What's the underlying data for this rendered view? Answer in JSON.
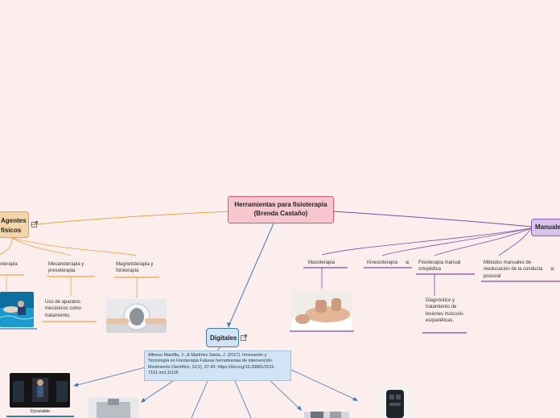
{
  "central": {
    "line1": "Herramientas para fisioterapia",
    "line2": "(Brenda Castaño)"
  },
  "branches": {
    "agentes": {
      "line1": "Agentes",
      "line2": "físicos",
      "children": {
        "hidroterapia": "oterapia",
        "mecanoterapia": "Mecanoterapia y presoterapia",
        "mecanoterapia_note": "Uso de aparatos mecánicos como tratamiento.",
        "magnetoterapia": "Magnetoterapia y fototerapia"
      }
    },
    "manuales": {
      "label": "Manuales",
      "children": {
        "masoterapia": "Masoterapia",
        "kinesioterapia": "Kinesioterapia",
        "fisioterapia_manual": "Fisioterapia manual ortopédica",
        "fisioterapia_note": "Diagnóstico y tratamiento de lesiones músculo-esqueléticas.",
        "metodos": "Métodos manuales de reeducación de la conducta postural"
      }
    },
    "digitales": {
      "label": "Digitales",
      "reference": "Alfonso Mantilla, J., & Martínez Santa, J. (2017). Innovación y Tecnología en Fisioterapia Futuras herramientas de intervención. Movimiento Científico, 11(1), 37-43. https://doi.org/10.33881/2011-7191.mct.11105",
      "children": {
        "dynstable": "Dynstable"
      }
    }
  },
  "icons": [
    "external-link-icon",
    "menu-icon"
  ],
  "colors": {
    "background": "#fdeeee",
    "central": "#f7c6cf",
    "agentes": "#f4d5a8",
    "agentes_line": "#f0a33a",
    "manuales": "#d9c3ea",
    "manuales_line": "#7e4aa8",
    "digitales": "#cfe4f5",
    "digitales_line": "#3a7ab8"
  }
}
